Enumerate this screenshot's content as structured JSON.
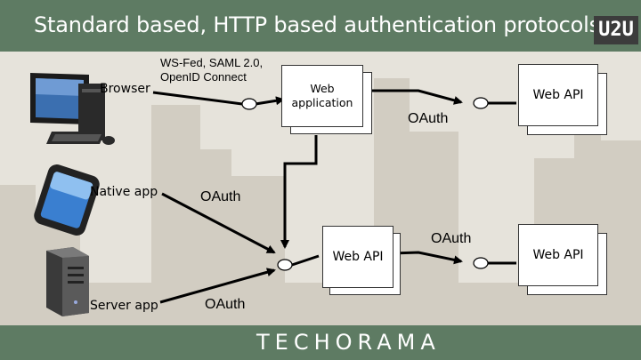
{
  "slide": {
    "title": "Standard based, HTTP based authentication protocols",
    "brand": "U2U",
    "footer_logo": "TECHORAMA"
  },
  "clients": {
    "browser": "Browser",
    "native_app": "Native app",
    "server_app": "Server app"
  },
  "boxes": {
    "web_application": "Web application",
    "web_api_top_right": "Web API",
    "web_api_center": "Web API",
    "web_api_bottom_right": "Web API"
  },
  "protocols": {
    "browser_protocols": "WS-Fed, SAML 2.0,\nOpenID Connect",
    "webapp_to_api": "OAuth",
    "native_oauth": "OAuth",
    "server_oauth": "OAuth",
    "api_to_api": "OAuth"
  },
  "colors": {
    "header": "#5e7b63",
    "background": "#e6e3db",
    "skyline": "#d2cdc2"
  }
}
